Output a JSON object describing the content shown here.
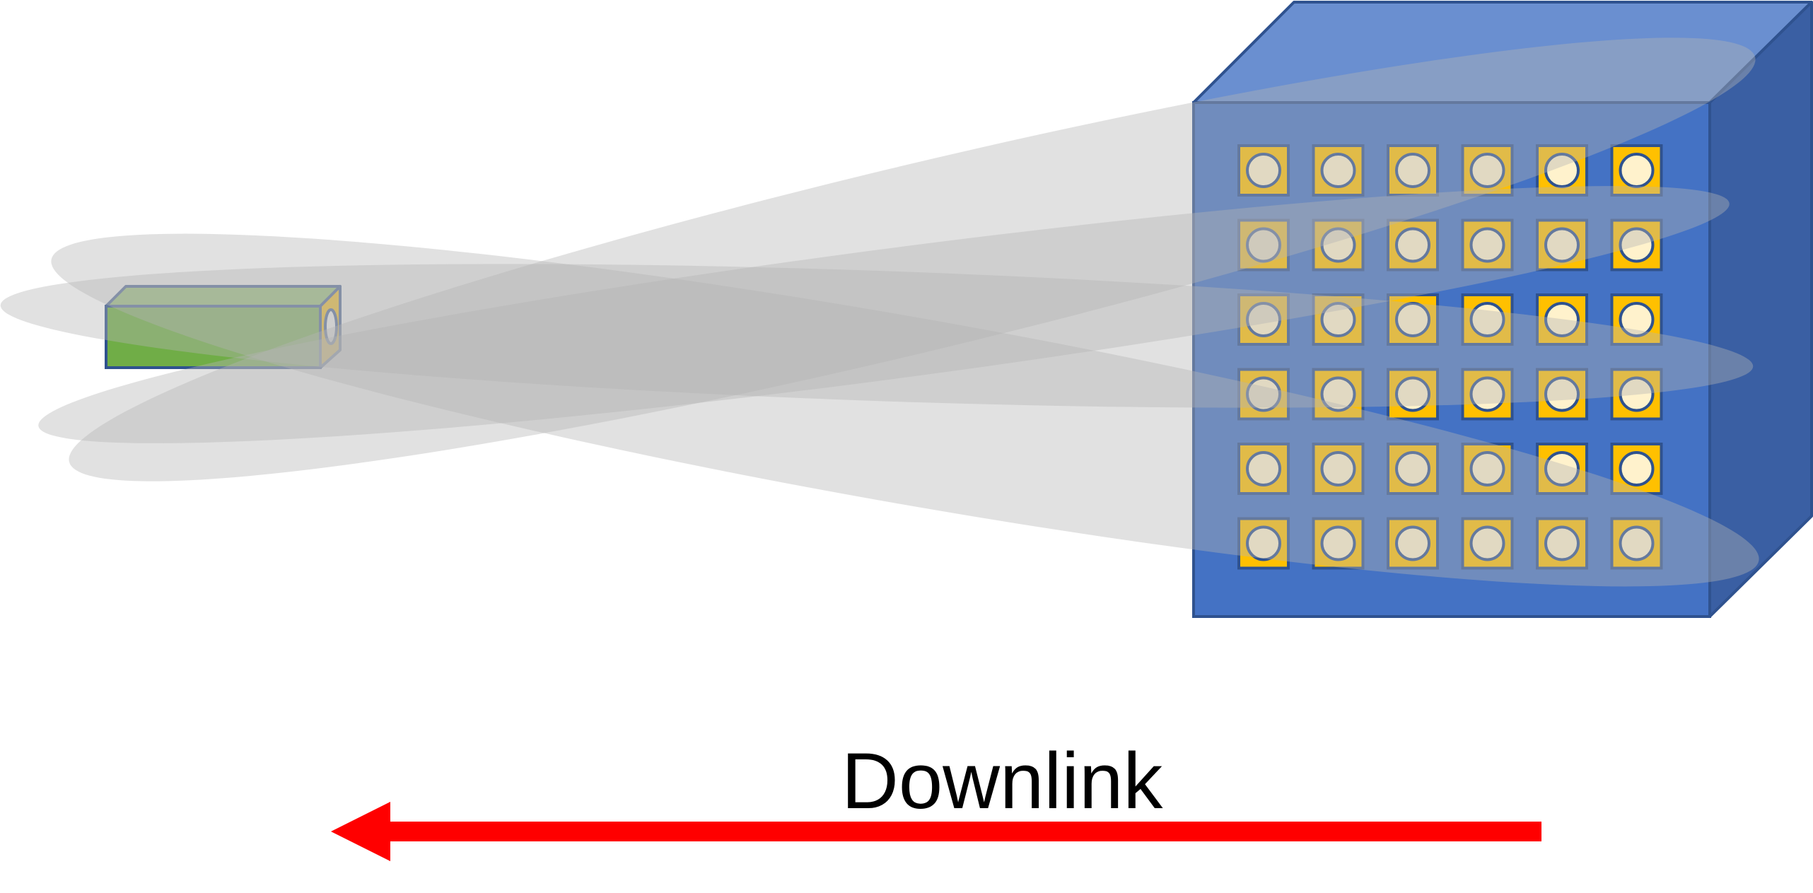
{
  "diagram": {
    "direction_label": "Downlink",
    "colors": {
      "user_device_front": "#70ad47",
      "user_device_top": "#8fc46a",
      "device_outline": "#2f528f",
      "base_station_front": "#4472c4",
      "base_station_top": "#6a8fd0",
      "base_station_side": "#3a5fa3",
      "antenna_element": "#ffc000",
      "antenna_aperture": "#fff2cc",
      "beam": "#b4b4b4",
      "arrow": "#ff0000",
      "label_text": "#000000"
    },
    "antenna_array": {
      "rows": 6,
      "columns": 6
    },
    "beam_count": 4
  }
}
